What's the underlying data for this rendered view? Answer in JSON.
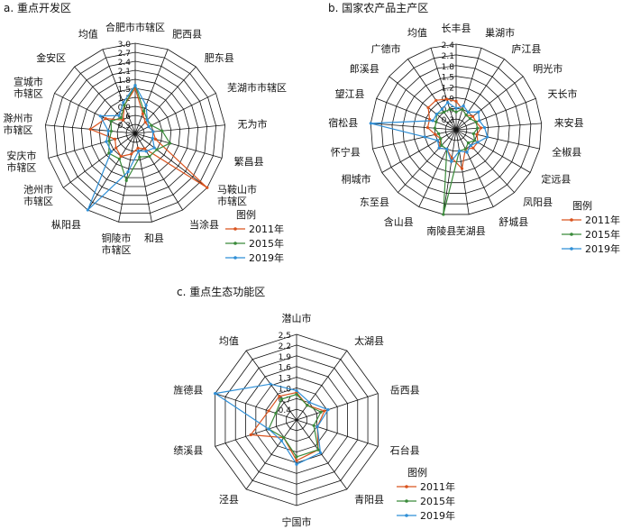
{
  "colors": {
    "2011": "#d9531e",
    "2015": "#3a8a3a",
    "2019": "#2f8fd6",
    "grid": "#111111"
  },
  "legend_title": "图例",
  "chart_data": [
    {
      "type": "radar",
      "title": "a. 重点开发区",
      "ticks": [
        "0.3",
        "0.6",
        "0.9",
        "1.2",
        "1.5",
        "1.8",
        "2.1",
        "2.4",
        "2.7",
        "3.0"
      ],
      "rmax": 3.0,
      "axes": [
        "合肥市市辖区",
        "肥西县",
        "肥东县",
        "芜湖市市辖区",
        "无为市",
        "繁昌县",
        "马鞍山市\n市辖区",
        "当涂县",
        "和县",
        "铜陵市\n市辖区",
        "枞阳县",
        "池州市\n市辖区",
        "安庆市\n市辖区",
        "滁州市\n市辖区",
        "宣城市\n市辖区",
        "金安区",
        "均值"
      ],
      "series": [
        {
          "name": "2011年",
          "values": [
            1.5,
            0.7,
            0.5,
            0.5,
            0.6,
            0.7,
            3.0,
            0.6,
            0.5,
            0.7,
            0.9,
            0.8,
            0.7,
            1.5,
            1.1,
            0.6,
            1.0
          ]
        },
        {
          "name": "2015年",
          "values": [
            1.6,
            0.8,
            0.6,
            0.6,
            0.9,
            1.2,
            0.9,
            0.9,
            0.8,
            1.6,
            1.0,
            1.1,
            0.9,
            0.8,
            0.9,
            0.7,
            1.0
          ]
        },
        {
          "name": "2019年",
          "values": [
            1.6,
            1.0,
            0.6,
            0.5,
            0.6,
            0.6,
            0.8,
            0.7,
            0.6,
            1.3,
            3.0,
            1.0,
            1.0,
            0.9,
            1.3,
            0.8,
            1.1
          ]
        }
      ]
    },
    {
      "type": "radar",
      "title": "b. 国家农产品主产区",
      "ticks": [
        "0.3",
        "0.6",
        "0.9",
        "1.2",
        "1.5",
        "1.8",
        "2.1",
        "2.4"
      ],
      "rmax": 2.4,
      "axes": [
        "长丰县",
        "巢湖市",
        "庐江县",
        "明光市",
        "天长市",
        "来安县",
        "全椒县",
        "定远县",
        "凤阳县",
        "舒城县",
        "芜湖县",
        "南陵县",
        "含山县",
        "东至县",
        "桐城市",
        "怀宁县",
        "宿松县",
        "望江县",
        "郎溪县",
        "广德市",
        "均值"
      ],
      "series": [
        {
          "name": "2011年",
          "values": [
            0.8,
            0.6,
            0.5,
            0.6,
            0.6,
            0.7,
            0.6,
            0.7,
            0.7,
            0.6,
            1.1,
            0.8,
            0.6,
            0.7,
            0.5,
            0.6,
            0.8,
            0.8,
            1.0,
            1.0,
            0.9
          ]
        },
        {
          "name": "2015年",
          "values": [
            0.5,
            0.6,
            0.5,
            0.5,
            0.6,
            0.6,
            0.5,
            0.6,
            0.5,
            0.6,
            0.6,
            2.4,
            0.6,
            0.6,
            0.5,
            0.5,
            0.6,
            0.6,
            0.7,
            0.6,
            0.6
          ]
        },
        {
          "name": "2019年",
          "values": [
            0.6,
            0.7,
            0.6,
            0.8,
            0.7,
            0.8,
            0.9,
            0.7,
            0.6,
            0.7,
            0.6,
            0.9,
            0.6,
            0.7,
            0.6,
            0.9,
            2.4,
            0.7,
            0.7,
            0.7,
            0.8
          ]
        }
      ]
    },
    {
      "type": "radar",
      "title": "c. 重点生态功能区",
      "ticks": [
        "0.4",
        "0.7",
        "1.0",
        "1.3",
        "1.6",
        "1.9",
        "2.2",
        "2.5"
      ],
      "rmin": 0.4,
      "rmax": 2.5,
      "axes": [
        "潜山市",
        "太湖县",
        "岳西县",
        "石台县",
        "青阳县",
        "宁国市",
        "泾县",
        "绩溪县",
        "旌德县",
        "均值"
      ],
      "series": [
        {
          "name": "2011年",
          "values": [
            0.95,
            0.7,
            1.0,
            0.8,
            1.2,
            1.3,
            0.8,
            1.5,
            1.0,
            1.0
          ]
        },
        {
          "name": "2015年",
          "values": [
            0.9,
            0.7,
            0.9,
            0.7,
            1.2,
            1.2,
            0.8,
            1.0,
            0.8,
            0.9
          ]
        },
        {
          "name": "2019年",
          "values": [
            1.0,
            0.8,
            1.1,
            0.8,
            1.3,
            1.4,
            0.9,
            1.0,
            2.5,
            1.4
          ]
        }
      ]
    }
  ]
}
